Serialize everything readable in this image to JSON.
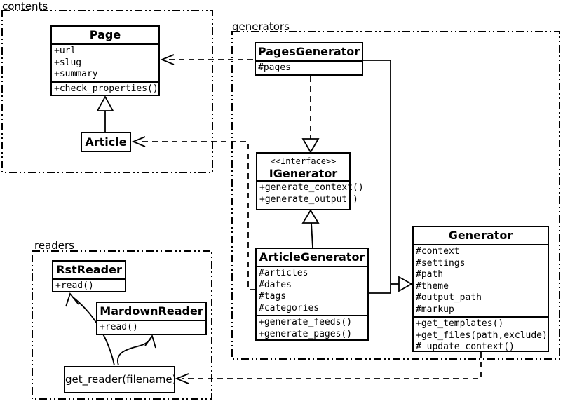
{
  "packages": {
    "contents": {
      "label": "contents"
    },
    "generators": {
      "label": "generators"
    },
    "readers": {
      "label": "readers"
    }
  },
  "classes": {
    "page": {
      "name": "Page",
      "attributes": [
        "+url",
        "+slug",
        "+summary"
      ],
      "methods": [
        "+check_properties()"
      ]
    },
    "article": {
      "name": "Article"
    },
    "pages_generator": {
      "name": "PagesGenerator",
      "attributes": [
        "#pages"
      ]
    },
    "igenerator": {
      "stereotype": "<<Interface>>",
      "name": "IGenerator",
      "methods": [
        "+generate_context()",
        "+generate_output()"
      ]
    },
    "article_generator": {
      "name": "ArticleGenerator",
      "attributes": [
        "#articles",
        "#dates",
        "#tags",
        "#categories"
      ],
      "methods": [
        "+generate_feeds()",
        "+generate_pages()"
      ]
    },
    "generator": {
      "name": "Generator",
      "attributes": [
        "#context",
        "#settings",
        "#path",
        "#theme",
        "#output_path",
        "#markup"
      ],
      "methods": [
        "+get_templates()",
        "+get_files(path,exclude)",
        "#_update_context()"
      ]
    },
    "rst_reader": {
      "name": "RstReader",
      "methods": [
        "+read()"
      ]
    },
    "mardown_reader": {
      "name": "MardownReader",
      "methods": [
        "+read()"
      ]
    },
    "get_reader": {
      "label": "get_reader(filename)"
    }
  },
  "relations": [
    {
      "from": "Article",
      "to": "Page",
      "type": "generalization"
    },
    {
      "from": "PagesGenerator",
      "to": "Page",
      "type": "dependency"
    },
    {
      "from": "ArticleGenerator",
      "to": "Article",
      "type": "dependency"
    },
    {
      "from": "PagesGenerator",
      "to": "IGenerator",
      "type": "realization"
    },
    {
      "from": "ArticleGenerator",
      "to": "IGenerator",
      "type": "realization"
    },
    {
      "from": "PagesGenerator",
      "to": "Generator",
      "type": "generalization"
    },
    {
      "from": "ArticleGenerator",
      "to": "Generator",
      "type": "generalization"
    },
    {
      "from": "Generator",
      "to": "get_reader(filename)",
      "type": "dependency"
    },
    {
      "from": "get_reader(filename)",
      "to": "RstReader",
      "type": "call"
    },
    {
      "from": "get_reader(filename)",
      "to": "MardownReader",
      "type": "call"
    }
  ],
  "colors": {
    "ink": "#000000",
    "paper": "#ffffff"
  }
}
